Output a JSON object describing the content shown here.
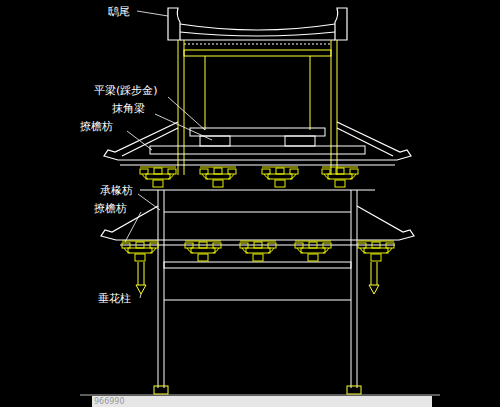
{
  "diagram": {
    "labels": [
      "鸱尾",
      "平梁(踩步金)",
      "抹角梁",
      "撩檐枋",
      "承椽枋",
      "撩檐枋",
      "垂花柱",
      "966990"
    ]
  }
}
